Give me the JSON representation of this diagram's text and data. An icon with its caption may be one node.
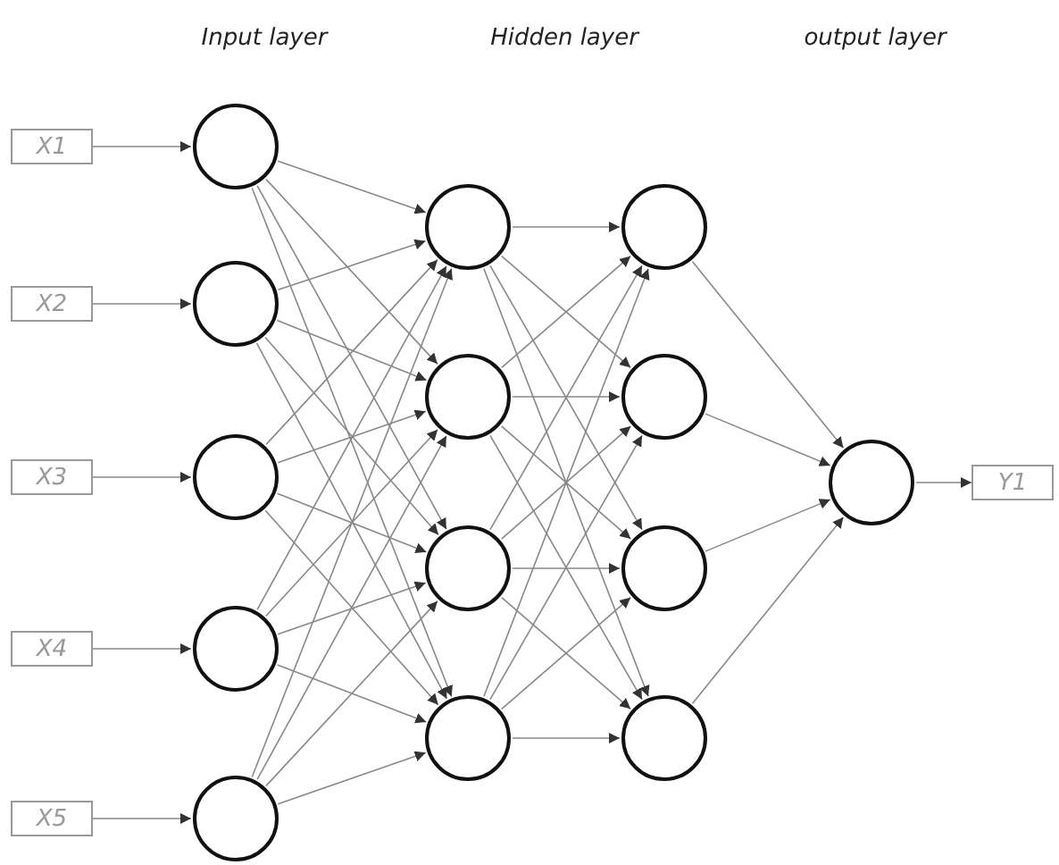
{
  "diagram": {
    "nodes": [
      {
        "text": [
          "X1"
        ]
      },
      {
        "text": [
          "X2"
        ]
      },
      {
        "text": [
          "X3"
        ]
      },
      {
        "text": [
          "X4"
        ]
      },
      {
        "text": [
          "X5"
        ]
      },
      {
        "text": [],
        "shape": "circle"
      },
      {
        "text": [],
        "shape": "circle"
      },
      {
        "text": [],
        "shape": "circle"
      },
      {
        "text": [],
        "shape": "circle"
      },
      {
        "text": [],
        "shape": "circle"
      },
      {
        "text": [],
        "shape": "circle"
      },
      {
        "text": [],
        "shape": "circle"
      },
      {
        "text": [],
        "shape": "circle"
      },
      {
        "text": [],
        "shape": "circle"
      },
      {
        "text": [],
        "shape": "circle"
      },
      {
        "text": [],
        "shape": "circle"
      },
      {
        "text": [],
        "shape": "circle"
      },
      {
        "text": [],
        "shape": "circle"
      },
      {
        "text": [],
        "shape": "circle"
      },
      {
        "text": [
          "Y1"
        ]
      }
    ],
    "edges": [
      {
        "from": 0,
        "to": 5,
        "arrow": "to"
      },
      {
        "from": 1,
        "to": 6,
        "arrow": "to"
      },
      {
        "from": 2,
        "to": 7,
        "arrow": "to"
      },
      {
        "from": 3,
        "to": 8,
        "arrow": "to"
      },
      {
        "from": 4,
        "to": 9,
        "arrow": "to"
      },
      {
        "from": 5,
        "to": 10,
        "arrow": "to"
      },
      {
        "from": 5,
        "to": 11,
        "arrow": "to"
      },
      {
        "from": 5,
        "to": 12,
        "arrow": "to"
      },
      {
        "from": 5,
        "to": 13,
        "arrow": "to"
      },
      {
        "from": 6,
        "to": 10,
        "arrow": "to"
      },
      {
        "from": 6,
        "to": 11,
        "arrow": "to"
      },
      {
        "from": 6,
        "to": 12,
        "arrow": "to"
      },
      {
        "from": 6,
        "to": 13,
        "arrow": "to"
      },
      {
        "from": 7,
        "to": 10,
        "arrow": "to"
      },
      {
        "from": 7,
        "to": 11,
        "arrow": "to"
      },
      {
        "from": 7,
        "to": 12,
        "arrow": "to"
      },
      {
        "from": 7,
        "to": 13,
        "arrow": "to"
      },
      {
        "from": 8,
        "to": 10,
        "arrow": "to"
      },
      {
        "from": 8,
        "to": 11,
        "arrow": "to"
      },
      {
        "from": 8,
        "to": 12,
        "arrow": "to"
      },
      {
        "from": 8,
        "to": 13,
        "arrow": "to"
      },
      {
        "from": 9,
        "to": 10,
        "arrow": "to"
      },
      {
        "from": 9,
        "to": 11,
        "arrow": "to"
      },
      {
        "from": 9,
        "to": 12,
        "arrow": "to"
      },
      {
        "from": 9,
        "to": 13,
        "arrow": "to"
      },
      {
        "from": 10,
        "to": 14,
        "arrow": "to"
      },
      {
        "from": 10,
        "to": 15,
        "arrow": "to"
      },
      {
        "from": 10,
        "to": 16,
        "arrow": "to"
      },
      {
        "from": 10,
        "to": 17,
        "arrow": "to"
      },
      {
        "from": 11,
        "to": 14,
        "arrow": "to"
      },
      {
        "from": 11,
        "to": 15,
        "arrow": "to"
      },
      {
        "from": 11,
        "to": 16,
        "arrow": "to"
      },
      {
        "from": 11,
        "to": 17,
        "arrow": "to"
      },
      {
        "from": 12,
        "to": 14,
        "arrow": "to"
      },
      {
        "from": 12,
        "to": 15,
        "arrow": "to"
      },
      {
        "from": 12,
        "to": 16,
        "arrow": "to"
      },
      {
        "from": 12,
        "to": 17,
        "arrow": "to"
      },
      {
        "from": 13,
        "to": 14,
        "arrow": "to"
      },
      {
        "from": 13,
        "to": 15,
        "arrow": "to"
      },
      {
        "from": 13,
        "to": 16,
        "arrow": "to"
      },
      {
        "from": 13,
        "to": 17,
        "arrow": "to"
      },
      {
        "from": 14,
        "to": 18,
        "arrow": "to"
      },
      {
        "from": 15,
        "to": 18,
        "arrow": "to"
      },
      {
        "from": 16,
        "to": 18,
        "arrow": "to"
      },
      {
        "from": 17,
        "to": 18,
        "arrow": "to"
      },
      {
        "from": 18,
        "to": 19,
        "arrow": "to"
      }
    ],
    "labels": [
      "Input layer",
      "Hidden layer",
      "output layer"
    ]
  }
}
